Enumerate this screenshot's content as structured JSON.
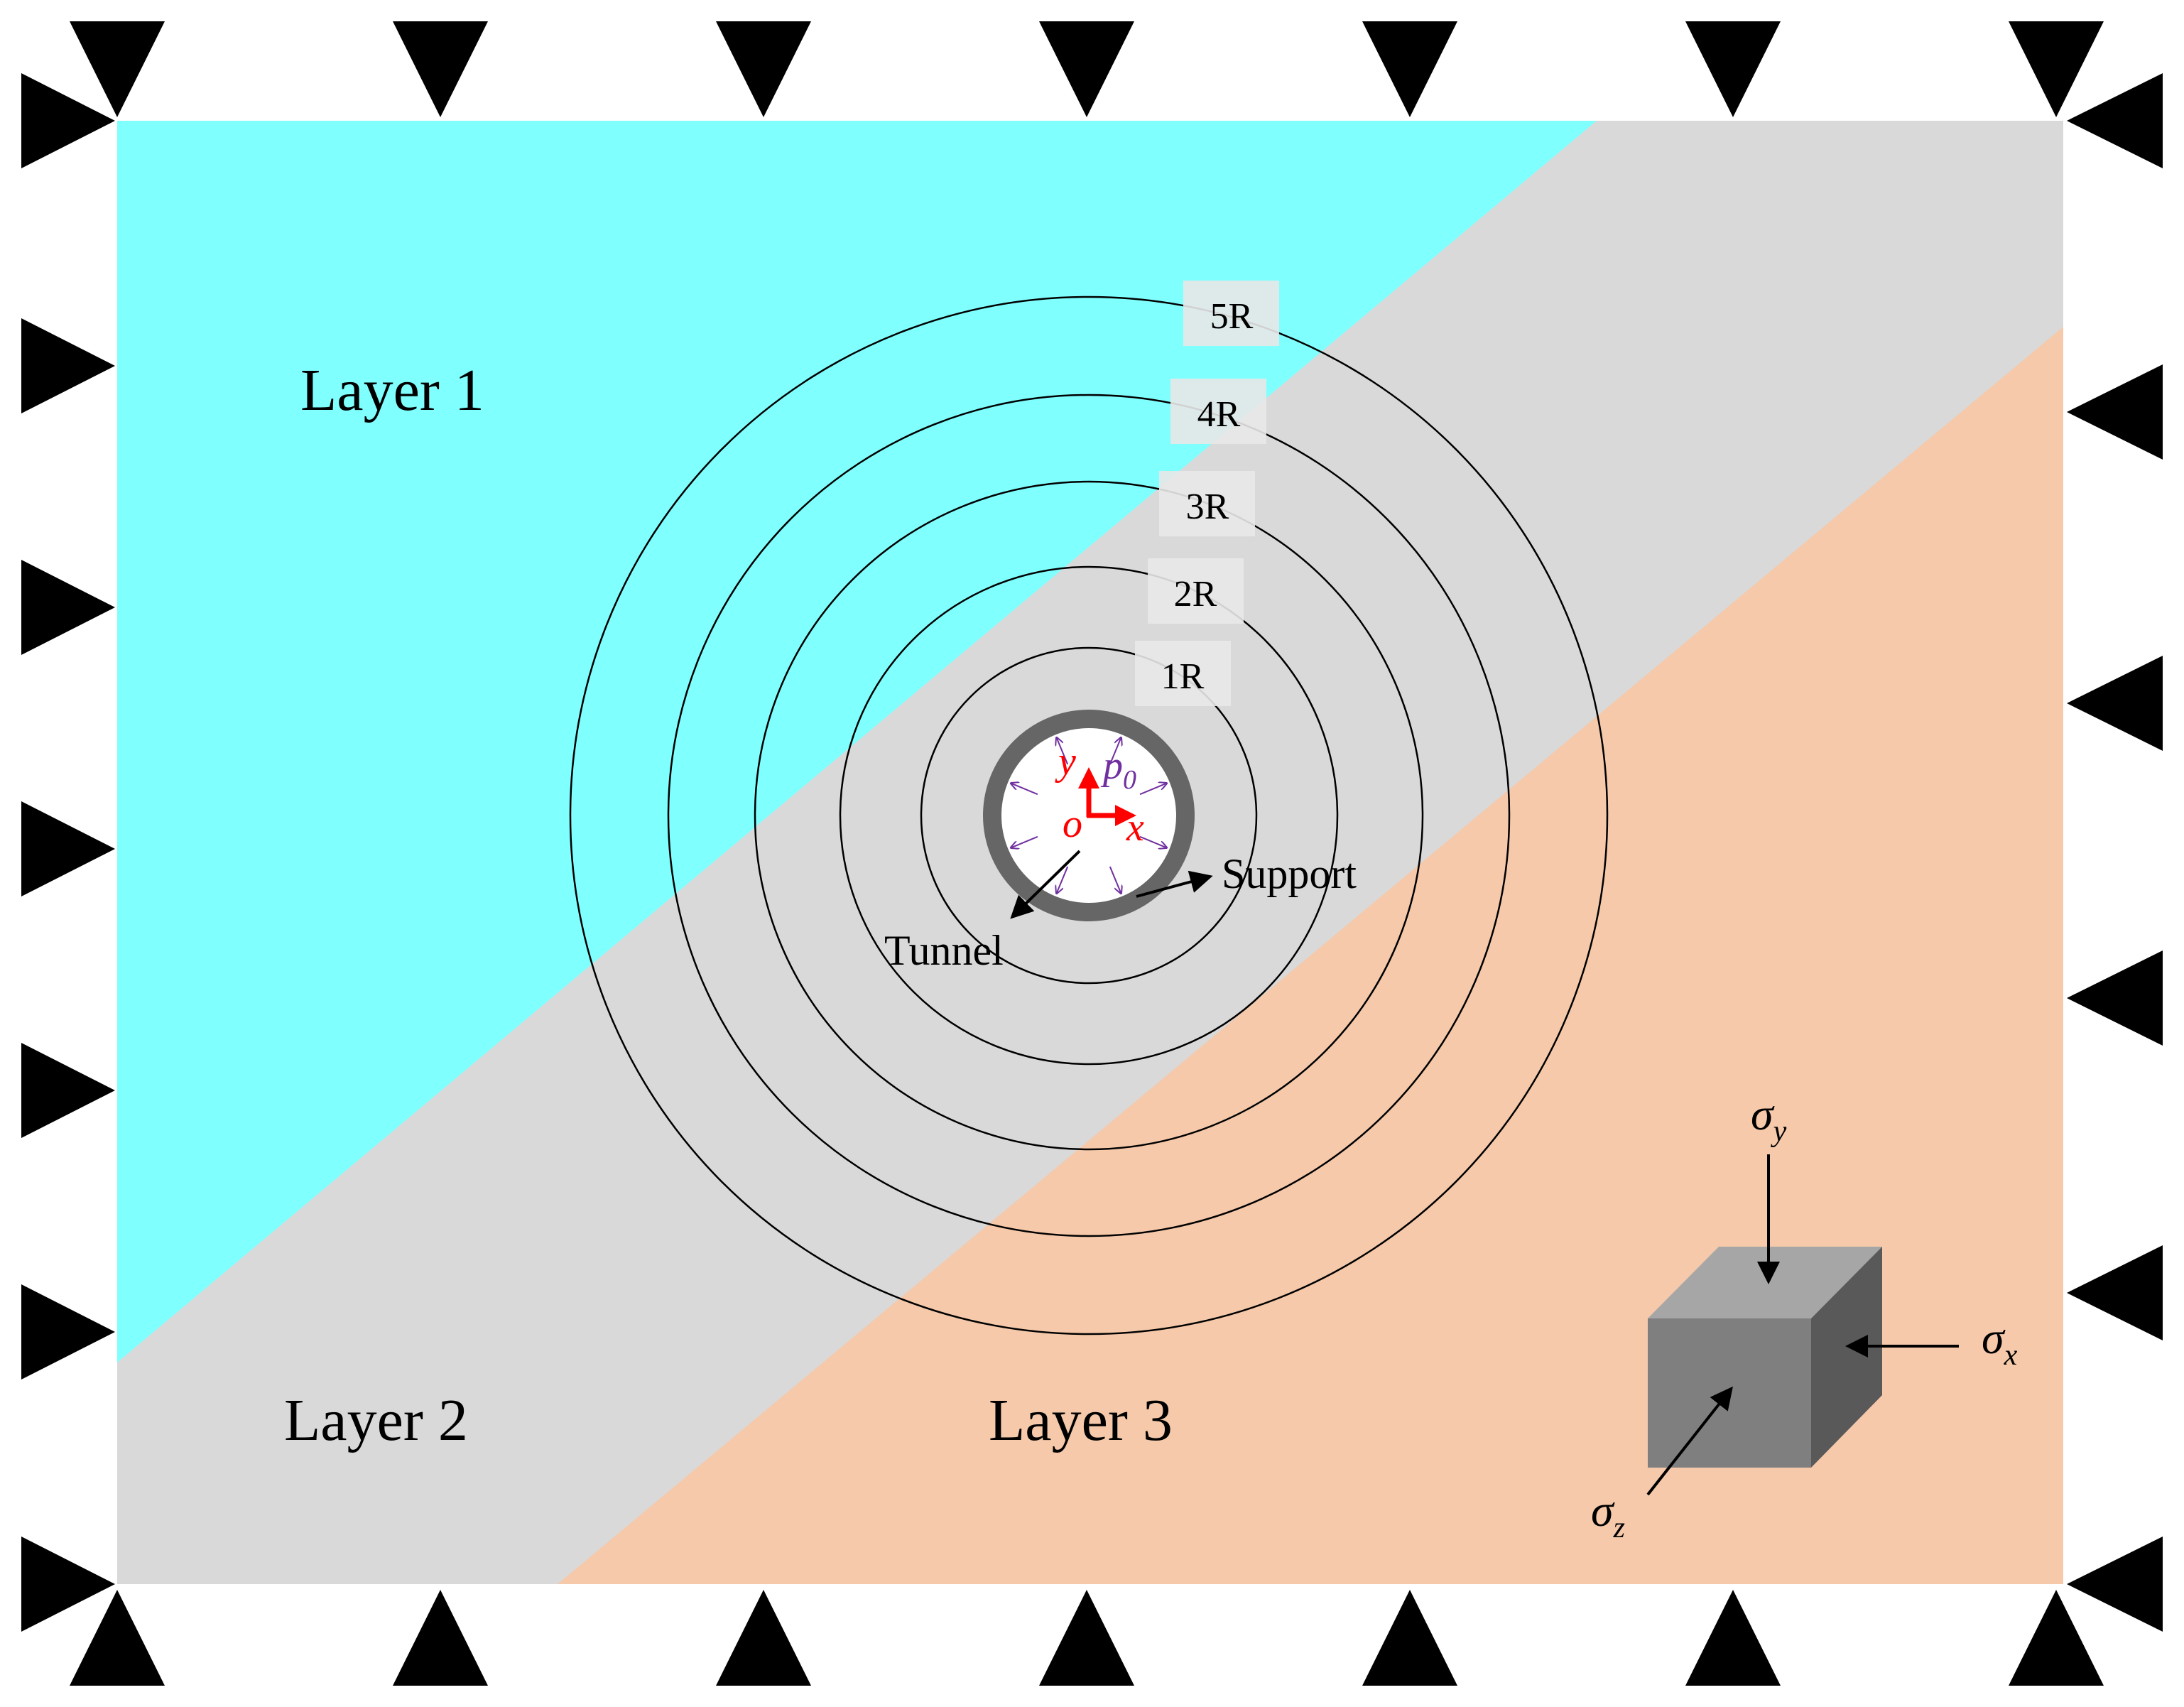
{
  "layers": {
    "layer1": "Layer 1",
    "layer2": "Layer 2",
    "layer3": "Layer 3"
  },
  "radii": [
    "1R",
    "2R",
    "3R",
    "4R",
    "5R"
  ],
  "annotations": {
    "tunnel": "Tunnel",
    "support": "Support"
  },
  "local_axes": {
    "x": "x",
    "y": "y",
    "origin": "o"
  },
  "pressure": {
    "symbol": "p",
    "subscript": "0"
  },
  "stresses": {
    "sigma_x": {
      "symbol": "σ",
      "subscript": "x"
    },
    "sigma_y": {
      "symbol": "σ",
      "subscript": "y"
    },
    "sigma_z": {
      "symbol": "σ",
      "subscript": "z"
    }
  },
  "colors": {
    "layer1": "#80ffff",
    "layer2": "#d9d9d9",
    "layer3": "#f5c9aa",
    "support_ring": "#666666",
    "axes": "#ff0000",
    "pressure": "#7030a0",
    "boundary_supports": "#000000"
  }
}
